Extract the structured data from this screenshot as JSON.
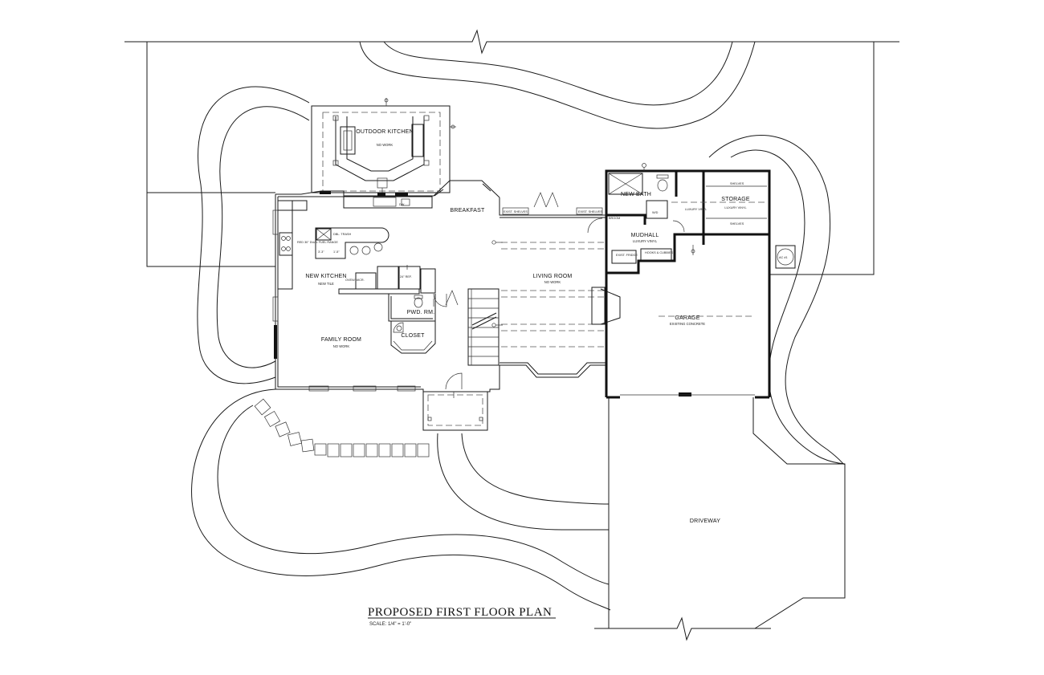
{
  "title": "PROPOSED FIRST FLOOR PLAN",
  "scale": "SCALE: 1/4\" = 1'-0\"",
  "rooms": {
    "outdoor_kitchen": {
      "name": "OUTDOOR KITCHEN",
      "note": "NO WORK"
    },
    "breakfast": {
      "name": "BREAKFAST"
    },
    "new_kitchen": {
      "name": "NEW KITCHEN",
      "note": "NEW TILE"
    },
    "family_room": {
      "name": "FAMILY ROOM",
      "note": "NO WORK"
    },
    "living_room": {
      "name": "LIVING ROOM",
      "note": "NO WORK"
    },
    "pwd_rm": {
      "name": "PWD. RM."
    },
    "closet": {
      "name": "CLOSET"
    },
    "new_bath": {
      "name": "NEW BATH"
    },
    "mudhall": {
      "name": "MUDHALL",
      "note": "LUXURY VINYL"
    },
    "storage": {
      "name": "STORAGE",
      "note": "LUXURY VINYL"
    },
    "garage": {
      "name": "GARAGE",
      "note": "EXISTING CONCRETE"
    },
    "driveway": {
      "name": "DRIVEWAY"
    }
  },
  "labels": {
    "range": "RED 30\" DUAL FUEL RANGE",
    "oven": "OVEN/ MICR.",
    "ref": "24\" REF.",
    "trash": "DBL. TRASH",
    "dw": "DW",
    "exist_fridge": "EXIST. FRIDGE",
    "hooks": "HOOKS & CUBBIES",
    "wd": "W/D",
    "luxury_vinyl": "LUXURY VINYL",
    "broom": "BROOM",
    "shelves": "SHELVES",
    "exist_shelves": "EXIST. SHELVES",
    "ac": "AC #1",
    "dim1": "3'-3\"",
    "dim2": "1'-5\""
  }
}
